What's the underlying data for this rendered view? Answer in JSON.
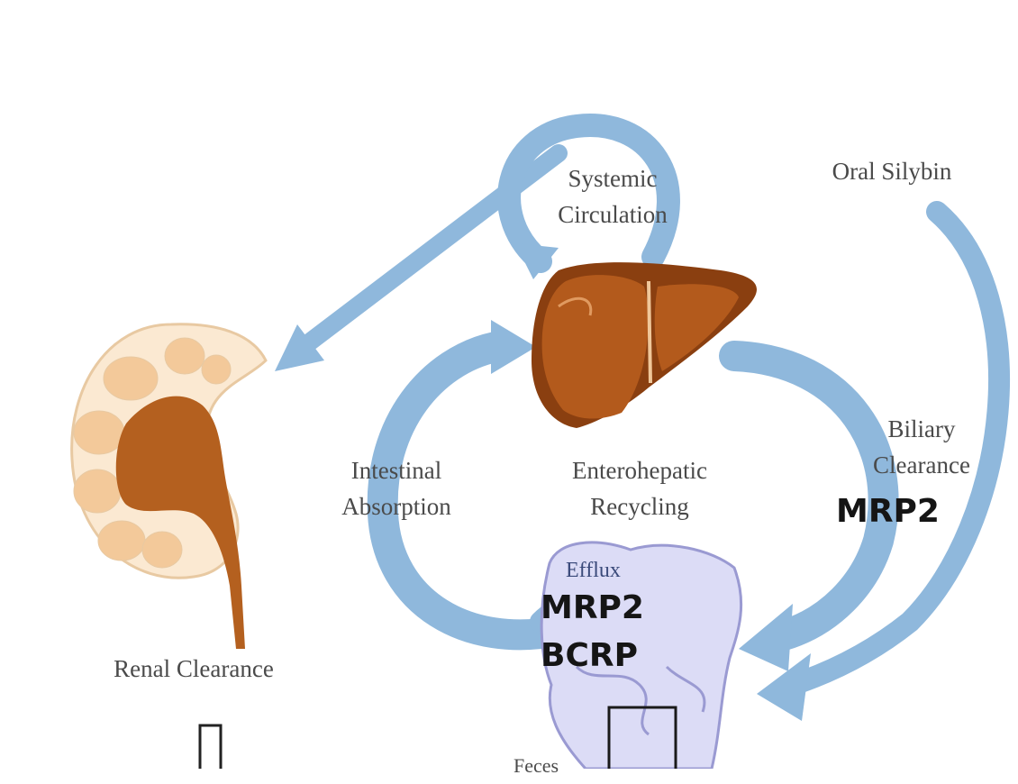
{
  "labels": {
    "systemic_line1": "Systemic",
    "systemic_line2": "Circulation",
    "oral_silybin": "Oral Silybin",
    "biliary_line1": "Biliary",
    "biliary_line2": "Clearance",
    "biliary_transporter": "MRP2",
    "intestinal_line1": "Intestinal",
    "intestinal_line2": "Absorption",
    "enterohepatic_line1": "Enterohepatic",
    "enterohepatic_line2": "Recycling",
    "efflux": "Efflux",
    "efflux_transporter1": "MRP2",
    "efflux_transporter2": "BCRP",
    "renal_clearance": "Renal Clearance",
    "feces": "Feces"
  },
  "colors": {
    "arrow": "#8fb8dc",
    "liver_dark": "#8a3f10",
    "liver_mid": "#b35a1c",
    "kidney_outline": "#e8c9a2",
    "kidney_fill": "#fbe9d2",
    "kidney_brown": "#b4601f",
    "intestine_fill": "#dcdcf6",
    "intestine_outline": "#9a9ad2"
  }
}
